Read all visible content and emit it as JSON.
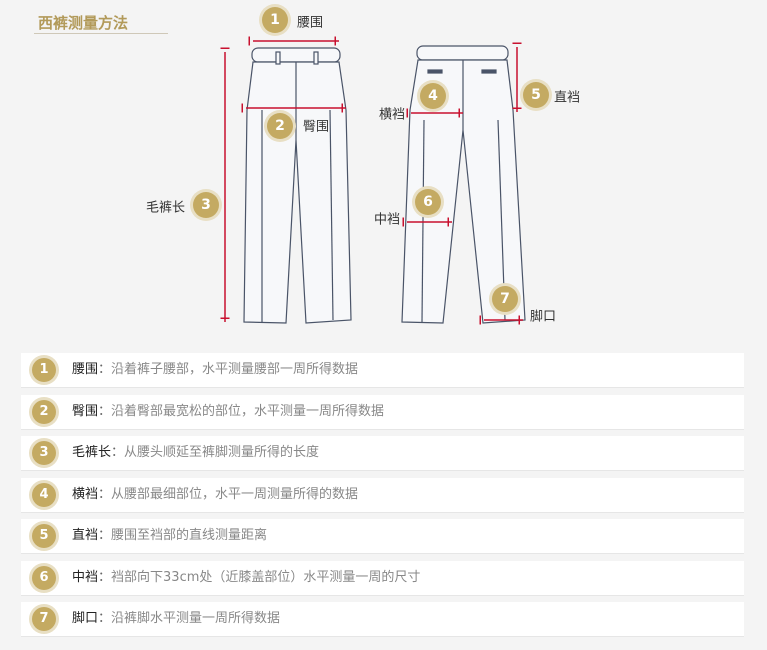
{
  "title": "西裤测量方法",
  "colors": {
    "accent": "#c4aa62",
    "measure_line": "#c8102e"
  },
  "diagram_labels": [
    {
      "num": "1",
      "label": "腰围"
    },
    {
      "num": "2",
      "label": "臀围"
    },
    {
      "num": "3",
      "label": "毛裤长"
    },
    {
      "num": "4",
      "label": "横裆"
    },
    {
      "num": "5",
      "label": "直裆"
    },
    {
      "num": "6",
      "label": "中裆"
    },
    {
      "num": "7",
      "label": "脚口"
    }
  ],
  "items": [
    {
      "num": "1",
      "name": "腰围",
      "sep": "：",
      "desc": "沿着裤子腰部，水平测量腰部一周所得数据"
    },
    {
      "num": "2",
      "name": "臀围",
      "sep": "：",
      "desc": "沿着臀部最宽松的部位，水平测量一周所得数据"
    },
    {
      "num": "3",
      "name": "毛裤长",
      "sep": "：",
      "desc": "从腰头顺延至裤脚测量所得的长度"
    },
    {
      "num": "4",
      "name": "横裆",
      "sep": "：",
      "desc": "从腰部最细部位，水平一周测量所得的数据"
    },
    {
      "num": "5",
      "name": "直裆",
      "sep": "：",
      "desc": "腰围至裆部的直线测量距离"
    },
    {
      "num": "6",
      "name": "中裆",
      "sep": "：",
      "desc": "裆部向下33cm处（近膝盖部位）水平测量一周的尺寸"
    },
    {
      "num": "7",
      "name": "脚口",
      "sep": "：",
      "desc": "沿裤脚水平测量一周所得数据"
    }
  ]
}
